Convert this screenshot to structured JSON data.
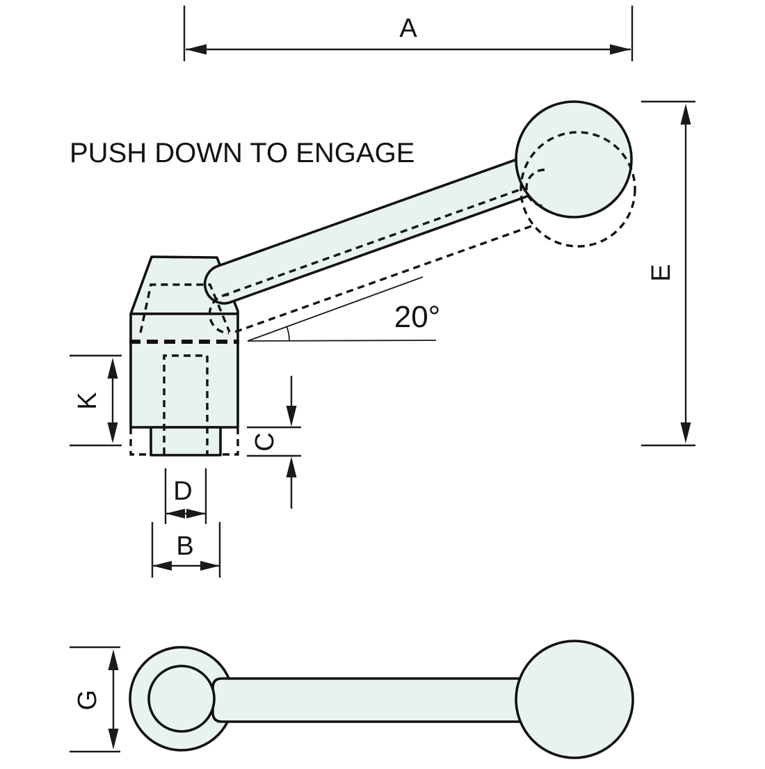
{
  "drawing": {
    "title": "adjustable-clamping-lever-dimension-drawing",
    "note": "PUSH DOWN TO ENGAGE",
    "angle": "20°",
    "labels": {
      "a": "A",
      "b": "B",
      "c": "C",
      "d": "D",
      "e": "E",
      "g": "G",
      "k": "K"
    },
    "colors": {
      "part_fill": "#e8f3ef",
      "line": "#1a1a1a",
      "background": "#ffffff"
    }
  }
}
